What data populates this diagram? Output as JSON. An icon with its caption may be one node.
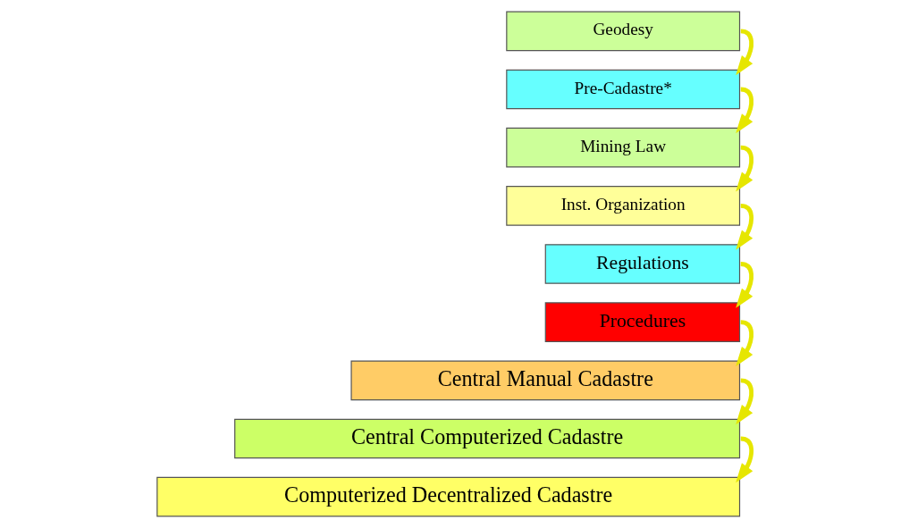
{
  "diagram": {
    "nodes": [
      {
        "text": [
          "Geodesy"
        ]
      },
      {
        "text": [
          "Pre-Cadastre*"
        ]
      },
      {
        "text": [
          "Mining Law"
        ]
      },
      {
        "text": [
          "Inst. Organization"
        ]
      },
      {
        "text": [
          "Regulations"
        ]
      },
      {
        "text": [
          "Procedures"
        ]
      },
      {
        "text": [
          "Central Manual Cadastre"
        ]
      },
      {
        "text": [
          "Central Computerized Cadastre"
        ]
      },
      {
        "text": [
          "Computerized Decentralized Cadastre"
        ]
      }
    ],
    "edges": [
      {
        "from": 0,
        "to": 1,
        "arrow": "to"
      },
      {
        "from": 1,
        "to": 2,
        "arrow": "to"
      },
      {
        "from": 2,
        "to": 3,
        "arrow": "to"
      },
      {
        "from": 3,
        "to": 4,
        "arrow": "to"
      },
      {
        "from": 4,
        "to": 5,
        "arrow": "to"
      },
      {
        "from": 5,
        "to": 6,
        "arrow": "to"
      },
      {
        "from": 6,
        "to": 7,
        "arrow": "to"
      },
      {
        "from": 7,
        "to": 8,
        "arrow": "to"
      }
    ]
  }
}
